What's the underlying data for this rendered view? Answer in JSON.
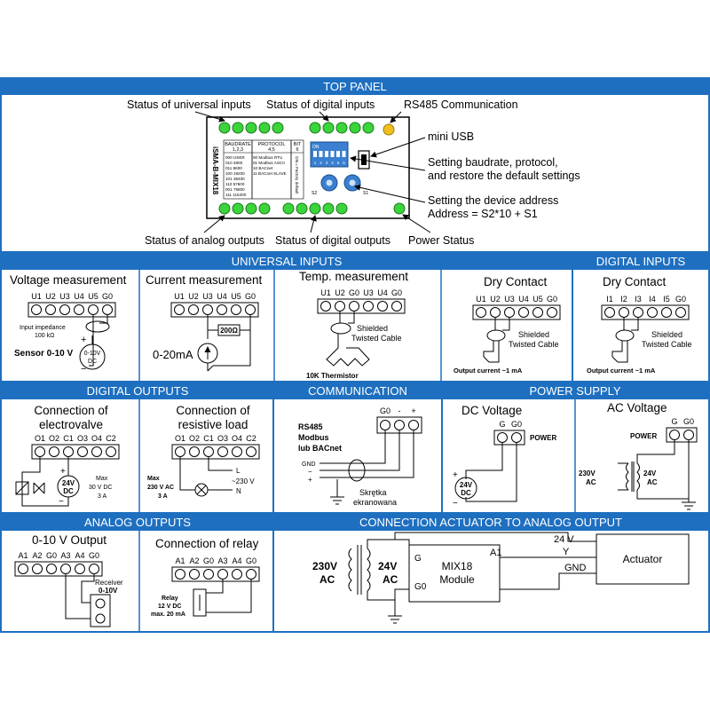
{
  "colors": {
    "header": "#1e6fc0",
    "border": "#1e6fc0",
    "led": "#3bd43b",
    "led_stroke": "#1a7a1a",
    "rs485_led": "#f0c020",
    "dip": "#3a7fd0",
    "wire": "#000000",
    "text": "#000000",
    "header_text": "#ffffff"
  },
  "top_panel": {
    "header": "TOP PANEL",
    "label_universal_inputs": "Status of universal inputs",
    "label_digital_inputs": "Status of digital inputs",
    "label_rs485": "RS485 Communication",
    "label_mini_usb": "mini USB",
    "label_setting_line1": "Setting baudrate, protocol,",
    "label_setting_line2": "and restore the default settings",
    "label_address_line1": "Setting the device address",
    "label_address_line2": "Address = S2*10 + S1",
    "label_analog_outputs": "Status of analog outputs",
    "label_digital_outputs": "Status of digital outputs",
    "label_power_status": "Power Status",
    "device": {
      "model": "iSMA-B-MIX18",
      "baudrate_title": "BAUDRATE",
      "baudrate_sub": "1,2,3",
      "baudrate_rows": [
        "000 USER",
        "010 4800",
        "011 9600",
        "100 19200",
        "101 38400",
        "110 57600",
        "001 76800",
        "111 115200"
      ],
      "protocol_title": "PROTOCOL",
      "protocol_sub": "4,5",
      "protocol_rows": [
        "00 Modbus RTU",
        "01 Modbus ASCII",
        "10 BACnet",
        "11 BACnet SLAVE"
      ],
      "bit_title": "BIT",
      "bit_sub": "6",
      "bit_note": "ON = Factory default",
      "dip_on": "ON",
      "dip_numbers": [
        "1",
        "2",
        "3",
        "4",
        "5",
        "6"
      ],
      "s2": "S2",
      "s1": "S1"
    }
  },
  "universal_inputs": {
    "header": "UNIVERSAL INPUTS",
    "voltage": {
      "title": "Voltage measurement",
      "terminals": [
        "U1",
        "U2",
        "U3",
        "U4",
        "U5",
        "G0"
      ],
      "impedance_line1": "Input impedance",
      "impedance_line2": "100 kΩ",
      "plus": "+",
      "minus": "−",
      "source_line1": "0-10V",
      "source_line2": "DC",
      "sensor": "Sensor 0-10 V"
    },
    "current": {
      "title": "Current measurement",
      "terminals": [
        "U1",
        "U2",
        "U3",
        "U4",
        "U5",
        "G0"
      ],
      "resistor": "200Ω",
      "source": "0-20mA"
    },
    "temp": {
      "title": "Temp. measurement",
      "terminals": [
        "U1",
        "U2",
        "G0",
        "U3",
        "U4",
        "G0"
      ],
      "cable_line1": "Shielded",
      "cable_line2": "Twisted Cable",
      "thermistor": "10K Thermistor"
    },
    "dry_contact": {
      "title": "Dry Contact",
      "terminals": [
        "U1",
        "U2",
        "U3",
        "U4",
        "U5",
        "G0"
      ],
      "cable_line1": "Shielded",
      "cable_line2": "Twisted Cable",
      "output_current": "Output current ~1 mA"
    }
  },
  "digital_inputs": {
    "header": "DIGITAL INPUTS",
    "dry_contact": {
      "title": "Dry Contact",
      "terminals": [
        "I1",
        "I2",
        "I3",
        "I4",
        "I5",
        "G0"
      ],
      "cable_line1": "Shielded",
      "cable_line2": "Twisted Cable",
      "output_current": "Output current ~1 mA"
    }
  },
  "digital_outputs": {
    "header": "DIGITAL OUTPUTS",
    "electrovalve": {
      "title_line1": "Connection of",
      "title_line2": "electrovalve",
      "terminals": [
        "O1",
        "O2",
        "C1",
        "O3",
        "O4",
        "C2"
      ],
      "plus": "+",
      "minus": "−",
      "source_line1": "24V",
      "source_line2": "DC",
      "max_line1": "Max",
      "max_line2": "30 V DC",
      "max_line3": "3 A"
    },
    "resistive": {
      "title_line1": "Connection of",
      "title_line2": "resistive load",
      "terminals": [
        "O1",
        "O2",
        "C1",
        "O3",
        "O4",
        "C2"
      ],
      "max_line1": "Max",
      "max_line2": "230 V AC",
      "max_line3": "3 A",
      "l": "L",
      "voltage": "~230 V",
      "n": "N"
    }
  },
  "communication": {
    "header": "COMMUNICATION",
    "terminals": [
      "G0",
      "-",
      "+"
    ],
    "protocol_line1": "RS485",
    "protocol_line2": "Modbus",
    "protocol_line3": "lub BACnet",
    "gnd": "GND",
    "minus": "−",
    "plus": "+",
    "cable_line1": "Skrętka",
    "cable_line2": "ekranowana"
  },
  "power_supply": {
    "header": "POWER SUPPLY",
    "dc": {
      "title": "DC Voltage",
      "terminals": [
        "G",
        "G0"
      ],
      "power": "POWER",
      "plus": "+",
      "minus": "−",
      "source_line1": "24V",
      "source_line2": "DC"
    },
    "ac": {
      "title": "AC Voltage",
      "terminals": [
        "G",
        "G0"
      ],
      "power": "POWER",
      "primary_line1": "230V",
      "primary_line2": "AC",
      "secondary_line1": "24V",
      "secondary_line2": "AC"
    }
  },
  "analog_outputs": {
    "header": "ANALOG OUTPUTS",
    "voltage": {
      "title": "0-10 V Output",
      "terminals": [
        "A1",
        "A2",
        "G0",
        "A3",
        "A4",
        "G0"
      ],
      "receiver_line1": "Receiver",
      "receiver_line2": "0-10V"
    },
    "relay": {
      "title": "Connection of relay",
      "terminals": [
        "A1",
        "A2",
        "G0",
        "A3",
        "A4",
        "G0"
      ],
      "relay_line1": "Relay",
      "relay_line2": "12 V DC",
      "relay_line3": "max. 20 mA"
    }
  },
  "actuator": {
    "header": "CONNECTION ACTUATOR TO ANALOG OUTPUT",
    "primary_line1": "230V",
    "primary_line2": "AC",
    "secondary_line1": "24V",
    "secondary_line2": "AC",
    "g": "G",
    "g0": "G0",
    "module_line1": "MIX18",
    "module_line2": "Module",
    "a1": "A1",
    "wire_24v": "24 V",
    "wire_y": "Y",
    "wire_gnd": "GND",
    "actuator": "Actuator"
  }
}
